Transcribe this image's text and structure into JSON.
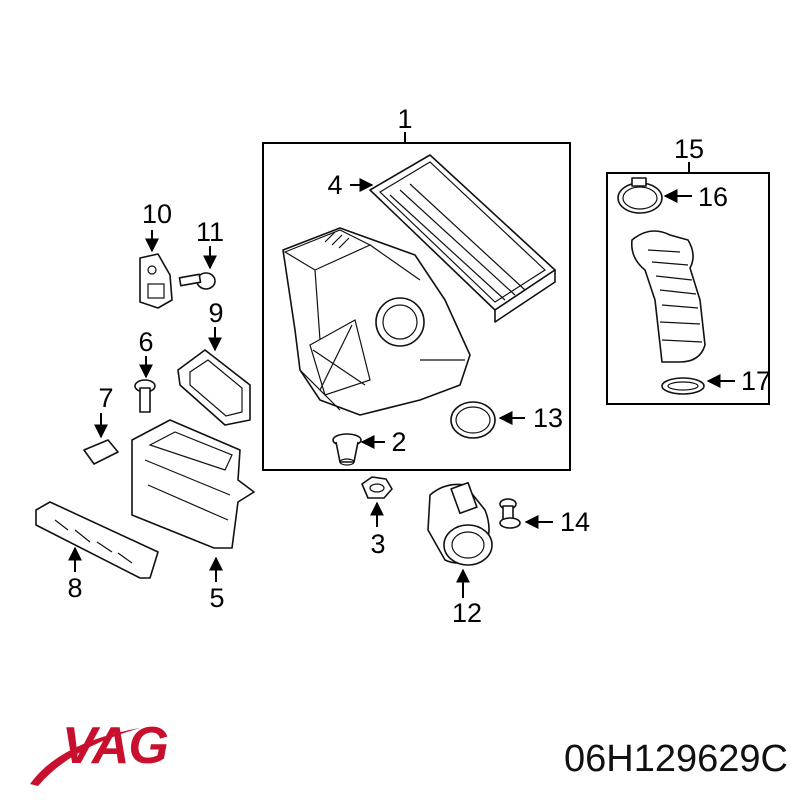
{
  "diagram": {
    "callouts": [
      "1",
      "2",
      "3",
      "4",
      "5",
      "6",
      "7",
      "8",
      "9",
      "10",
      "11",
      "12",
      "13",
      "14",
      "15",
      "16",
      "17"
    ]
  },
  "brand": {
    "logo_text": "VAG",
    "color": "#c8102e"
  },
  "part_number": "06H129629C"
}
